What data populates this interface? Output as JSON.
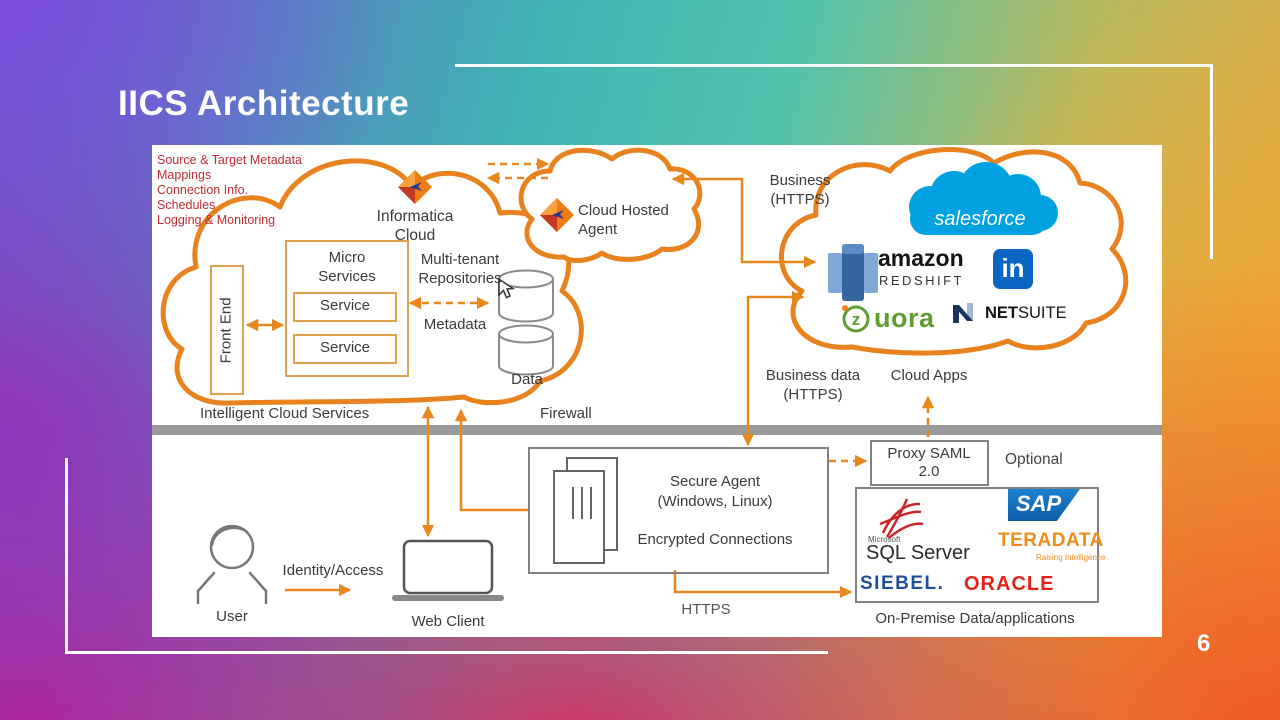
{
  "slide": {
    "title": "IICS Architecture",
    "page": "6"
  },
  "notes": [
    "Source & Target Metadata",
    "Mappings",
    "Connection Info.",
    "Schedules",
    "Logging & Monitoring"
  ],
  "ics": {
    "brand1": "Informatica",
    "brand2": "Cloud",
    "front_end": "Front End",
    "micro1": "Micro",
    "micro2": "Services",
    "service_a": "Service",
    "service_b": "Service",
    "repo1": "Multi-tenant",
    "repo2": "Repositories",
    "metadata": "Metadata",
    "data": "Data",
    "zone_label": "Intelligent Cloud Services"
  },
  "cha": {
    "label1": "Cloud Hosted",
    "label2": "Agent"
  },
  "firewall": {
    "label": "Firewall"
  },
  "flows": {
    "business1": "Business",
    "business2": "(HTTPS)",
    "business_data1": "Business data",
    "business_data2": "(HTTPS)",
    "cloud_apps": "Cloud Apps",
    "https": "HTTPS",
    "identity": "Identity/Access"
  },
  "saas": {
    "salesforce": "salesforce",
    "amazon": "amazon",
    "redshift": "REDSHIFT",
    "linkedin": "in",
    "zuora_z": "z",
    "zuora_rest": "uora",
    "netsuite_bold": "NET",
    "netsuite_rest": "SUITE"
  },
  "proxy": {
    "line1": "Proxy SAML",
    "line2": "2.0",
    "optional": "Optional"
  },
  "secure_agent": {
    "line1": "Secure Agent",
    "line2": "(Windows, Linux)",
    "line3": "Encrypted Connections"
  },
  "on_premise": {
    "microsoft": "Microsoft",
    "sql_server": "SQL Server",
    "sap": "SAP",
    "teradata": "TERADATA",
    "teradata_tag": "Raising Intelligence",
    "siebel": "SIEBEL.",
    "oracle": "ORACLE",
    "label": "On-Premise Data/applications"
  },
  "client": {
    "user": "User",
    "web_client": "Web Client"
  },
  "colors": {
    "accent_orange": "#E8821E",
    "salesforce_blue": "#00A1E0",
    "linkedin_blue": "#0A66C2",
    "zuora_green": "#5F9C31",
    "netsuite_navy": "#19355F",
    "sap_blue": "#0F5CA8",
    "teradata_orange": "#EF8C1A",
    "siebel_navy": "#1E4F9C",
    "oracle_red": "#E2231A",
    "note_red": "#C22B33",
    "firewall_gray": "#9A9A9A"
  }
}
